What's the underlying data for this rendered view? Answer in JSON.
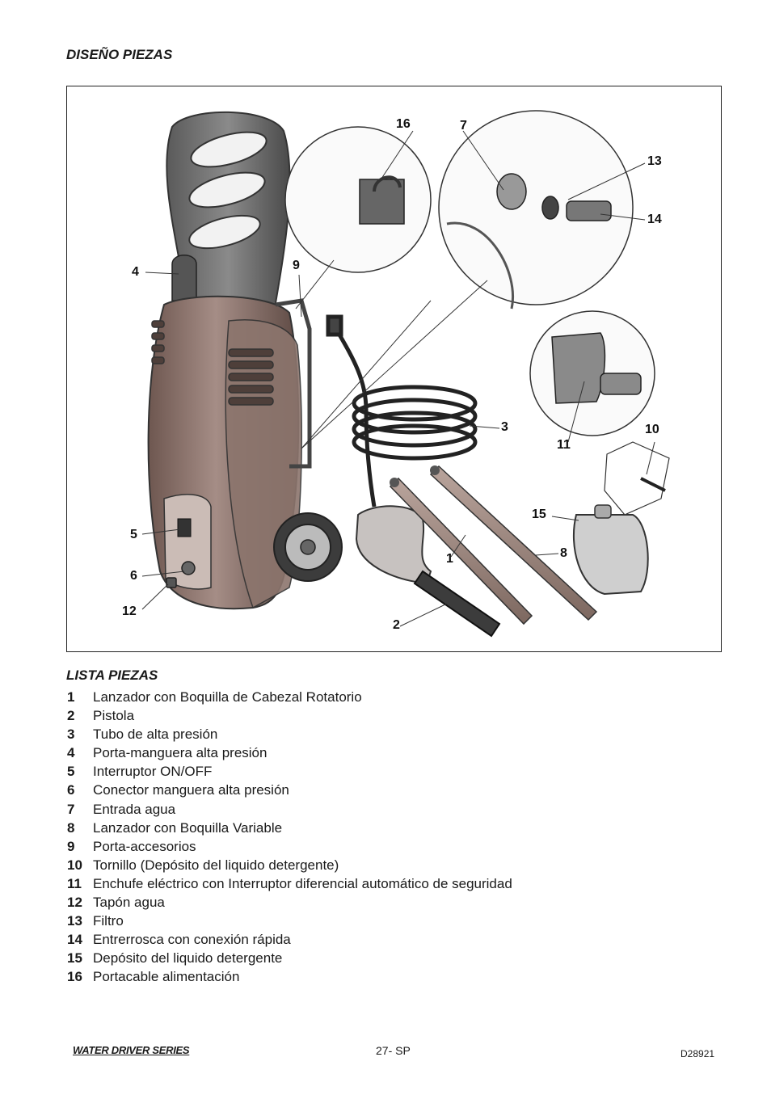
{
  "headings": {
    "design": "DISEÑO PIEZAS",
    "list": "LISTA PIEZAS"
  },
  "figure": {
    "callouts": [
      "16",
      "7",
      "13",
      "14",
      "4",
      "9",
      "3",
      "11",
      "10",
      "15",
      "5",
      "1",
      "8",
      "6",
      "12",
      "2"
    ]
  },
  "parts": [
    {
      "num": "1",
      "label": "Lanzador con Boquilla de Cabezal Rotatorio"
    },
    {
      "num": "2",
      "label": "Pistola"
    },
    {
      "num": "3",
      "label": "Tubo de alta presión"
    },
    {
      "num": "4",
      "label": "Porta-manguera alta presión"
    },
    {
      "num": "5",
      "label": "Interruptor ON/OFF"
    },
    {
      "num": "6",
      "label": "Conector manguera alta presión"
    },
    {
      "num": "7",
      "label": "Entrada agua"
    },
    {
      "num": "8",
      "label": "Lanzador con Boquilla Variable"
    },
    {
      "num": "9",
      "label": "Porta-accesorios"
    },
    {
      "num": "10",
      "label": "Tornillo (Depósito del liquido detergente)"
    },
    {
      "num": "11",
      "label": "Enchufe eléctrico con Interruptor diferencial automático de seguridad"
    },
    {
      "num": "12",
      "label": "Tapón agua"
    },
    {
      "num": "13",
      "label": "Filtro"
    },
    {
      "num": "14",
      "label": "Entrerrosca con conexión rápida"
    },
    {
      "num": "15",
      "label": "Depósito del liquido detergente"
    },
    {
      "num": "16",
      "label": "Portacable alimentación"
    }
  ],
  "footer": {
    "logo": "WATER DRIVER SERIES",
    "page": "27- SP",
    "code": "D28921"
  }
}
